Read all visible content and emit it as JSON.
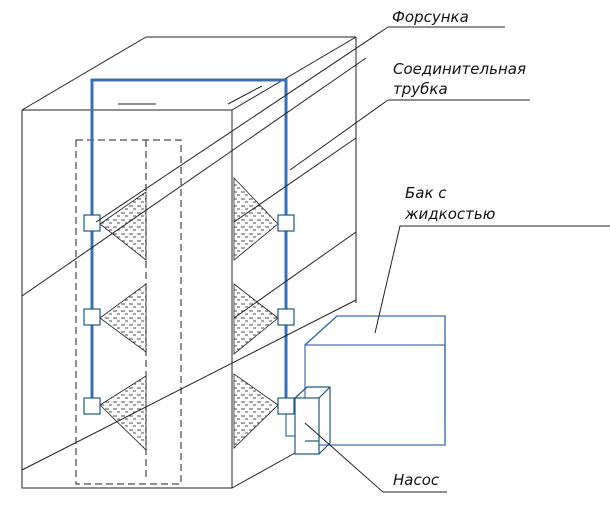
{
  "labels": {
    "nozzle": "Форсунка",
    "connecting_tube_line1": "Соединительная",
    "connecting_tube_line2": "трубка",
    "tank_line1": "Бак с",
    "tank_line2": "жидкостью",
    "pump": "Насос"
  },
  "colors": {
    "tube": "#3a6fb5",
    "outline": "#222222",
    "background": "#ffffff"
  }
}
